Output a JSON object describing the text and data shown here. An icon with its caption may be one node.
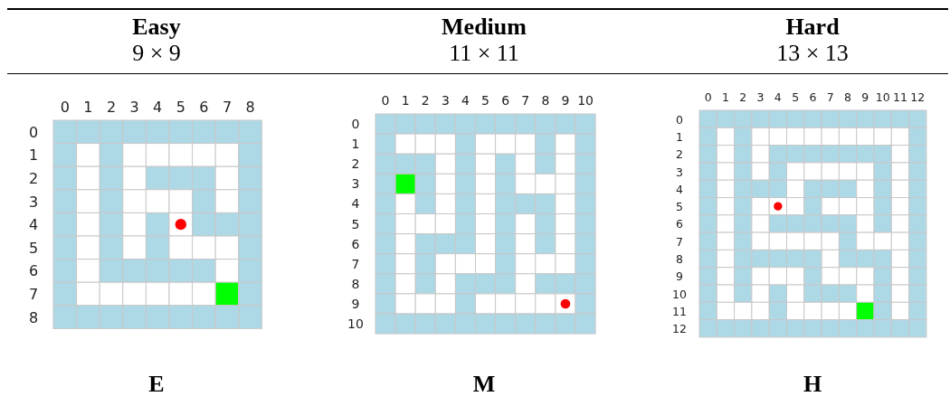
{
  "diagram": {
    "labels": [
      "Easy",
      "9 × 9",
      "Medium",
      "11 × 11",
      "Hard",
      "13 × 13",
      "0",
      "1",
      "2",
      "3",
      "4",
      "5",
      "6",
      "7",
      "8",
      "0",
      "1",
      "2",
      "3",
      "4",
      "5",
      "6",
      "7",
      "8",
      "0",
      "1",
      "2",
      "3",
      "4",
      "5",
      "6",
      "7",
      "8",
      "9",
      "10",
      "0",
      "1",
      "2",
      "3",
      "4",
      "5",
      "6",
      "7",
      "8",
      "9",
      "10",
      "0",
      "1",
      "2",
      "3",
      "4",
      "5",
      "6",
      "7",
      "8",
      "9",
      "10",
      "11",
      "12",
      "0",
      "1",
      "2",
      "3",
      "4",
      "5",
      "6",
      "7",
      "8",
      "9",
      "10",
      "11",
      "12",
      "E",
      "M",
      "H"
    ]
  }
}
